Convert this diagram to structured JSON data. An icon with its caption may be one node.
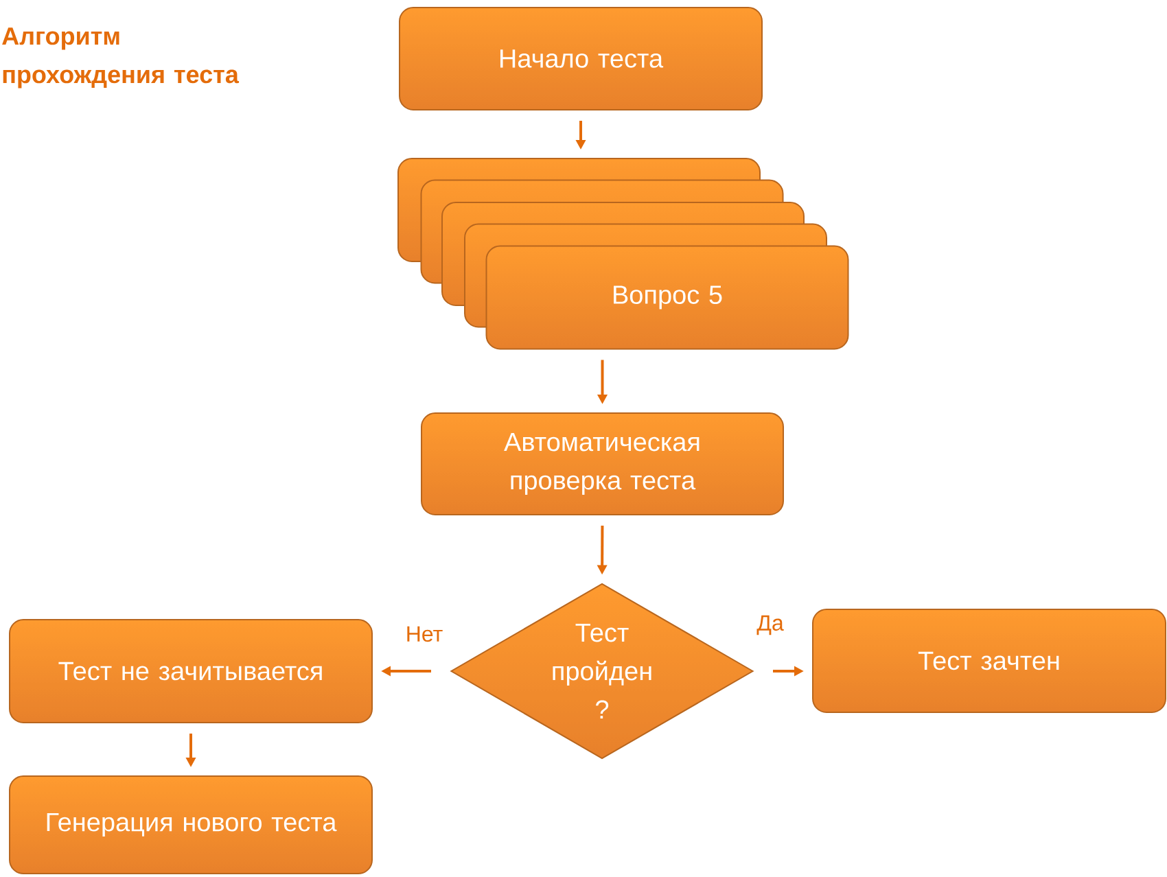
{
  "diagram": {
    "title": "Алгоритм прохождения теста",
    "nodes": [
      {
        "text": [
          "Начало теста"
        ]
      },
      {
        "text": [],
        "shape": "box"
      },
      {
        "text": [],
        "shape": "box"
      },
      {
        "text": [],
        "shape": "box"
      },
      {
        "text": [],
        "shape": "box"
      },
      {
        "text": [
          "Вопрос 5"
        ]
      },
      {
        "text": [
          "Автоматическая проверка теста"
        ]
      },
      {
        "text": [
          "Тест пройден ?"
        ]
      },
      {
        "text": [
          "Тест не зачитывается"
        ]
      },
      {
        "text": [
          "Тест зачтен"
        ]
      },
      {
        "text": [
          "Генерация нового теста"
        ]
      }
    ],
    "edges": [
      {
        "from": 0,
        "to": 1,
        "arrow": "to"
      },
      {
        "from": 5,
        "to": 6,
        "arrow": "to"
      },
      {
        "from": 6,
        "to": 7,
        "arrow": "to"
      },
      {
        "from": 7,
        "to": 8,
        "arrow": "to",
        "label": "Нет"
      },
      {
        "from": 7,
        "to": 9,
        "arrow": "to",
        "label": "Да"
      },
      {
        "from": 8,
        "to": 10,
        "arrow": "to"
      }
    ]
  }
}
